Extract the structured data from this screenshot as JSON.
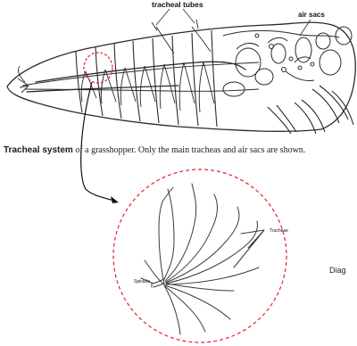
{
  "labels": {
    "tracheal_tubes": "tracheal tubes",
    "air_sacs": "air sacs",
    "tracheae": "Tracheae",
    "spiracle": "Spiracle",
    "diag": "Diag"
  },
  "caption": {
    "bold": "Tracheal system",
    "text": " of a grasshopper. Only the main tracheas and air sacs are shown."
  },
  "colors": {
    "ink": "#2a2a2a",
    "zoom_circle": "#e0242f",
    "arrow": "#111111",
    "background": "#ffffff"
  }
}
